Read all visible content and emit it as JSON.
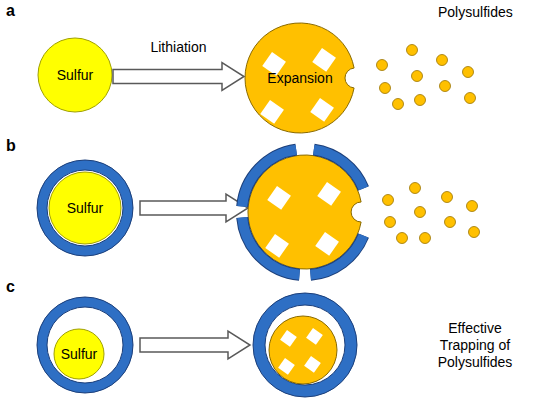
{
  "diagram": {
    "nodes": [
      {
        "text": [
          "Sulfur"
        ]
      },
      {
        "text": [
          "Expansion"
        ]
      },
      {
        "text": [
          "Sulfur"
        ]
      },
      {
        "text": [
          "Sulfur"
        ]
      }
    ],
    "edges": [
      {
        "from": 0,
        "to": 1,
        "label": "Lithiation",
        "arrow": "to"
      }
    ],
    "labels": [
      "a",
      "Polysulfides",
      "b",
      "c",
      "Effective Trapping of Polysulfides"
    ]
  }
}
